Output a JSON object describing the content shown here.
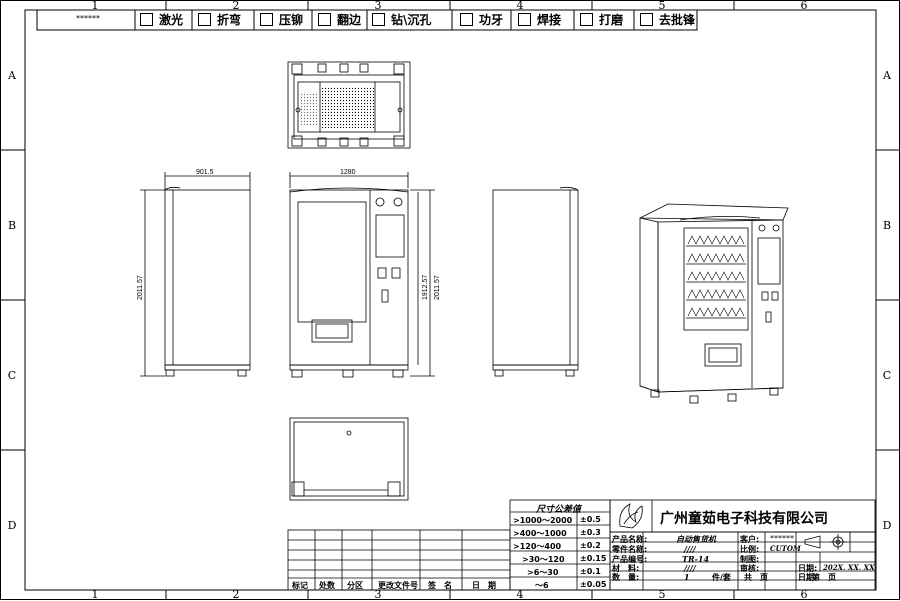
{
  "zones": {
    "columns": [
      "1",
      "2",
      "3",
      "4",
      "5",
      "6"
    ],
    "rows": [
      "A",
      "B",
      "C",
      "D"
    ]
  },
  "header": {
    "doc_code": "******",
    "processes": [
      {
        "label": "激光"
      },
      {
        "label": "折弯"
      },
      {
        "label": "压铆"
      },
      {
        "label": "翻边"
      },
      {
        "label": "钻\\沉孔"
      },
      {
        "label": "功牙"
      },
      {
        "label": "焊接"
      },
      {
        "label": "打磨"
      },
      {
        "label": "去批锋"
      }
    ]
  },
  "dimensions": {
    "side_depth": "901.5",
    "front_width": "1280",
    "side_height": "2011.57",
    "front_height_inner": "1912.57",
    "front_height": "2011.57"
  },
  "tolerance_table": {
    "title": "尺寸公差值",
    "rows": [
      {
        "range": ">1000～2000",
        "tol": "±0.5"
      },
      {
        "range": ">400～1000",
        "tol": "±0.3"
      },
      {
        "range": ">120～400",
        "tol": "±0.2"
      },
      {
        "range": ">30～120",
        "tol": "±0.15"
      },
      {
        "range": ">6～30",
        "tol": "±0.1"
      },
      {
        "range": "～6",
        "tol": "±0.05"
      }
    ]
  },
  "title_block": {
    "company": "广州童茹电子科技有限公司",
    "product_name_label": "产品名称:",
    "product_name": "自动售货机",
    "part_name_label": "零件名称:",
    "part_name": "////",
    "product_code_label": "产品编号:",
    "product_code": "TR-14",
    "material_label": "材　料:",
    "material": "////",
    "quantity_label": "数　量:",
    "quantity": "1",
    "per_set": "件/套",
    "total_label": "共　页",
    "page_label": "第　页",
    "customer_label": "客户:",
    "customer": "******",
    "scale_label": "比例:",
    "scale": "CUTOM",
    "drawn_label": "制图:",
    "review_label": "审核:",
    "date1_label": "日期:",
    "date1": "202X. XX. XX",
    "date2_label": "日期:"
  },
  "revision_block": {
    "headers": [
      "标记",
      "处数",
      "分区",
      "更改文件号",
      "签　名",
      "日　期"
    ]
  }
}
